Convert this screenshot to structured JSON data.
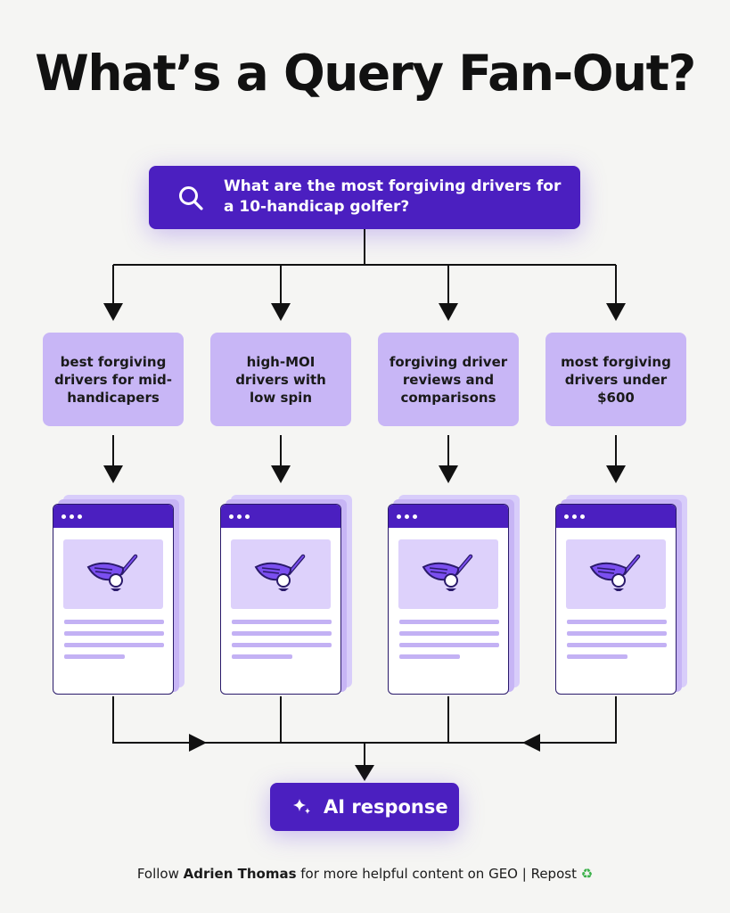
{
  "title": "What’s a Query Fan-Out?",
  "query": {
    "text": "What are the most forgiving drivers for a 10-handicap golfer?",
    "icon": "search-icon"
  },
  "sub_queries": [
    {
      "text": "best forgiving drivers for mid-handicapers"
    },
    {
      "text": "high-MOI drivers with low spin"
    },
    {
      "text": "forgiving driver reviews and comparisons"
    },
    {
      "text": "most forgiving drivers under $600"
    }
  ],
  "result_pages": [
    {
      "icon": "golf-driver-icon"
    },
    {
      "icon": "golf-driver-icon"
    },
    {
      "icon": "golf-driver-icon"
    },
    {
      "icon": "golf-driver-icon"
    }
  ],
  "response": {
    "label": "AI response",
    "icon": "sparkle-icon"
  },
  "footer": {
    "prefix": "Follow ",
    "author": "Adrien Thomas",
    "suffix": " for more helpful content on GEO | Repost ",
    "repost_icon": "♻"
  },
  "colors": {
    "primary": "#4b1fc0",
    "sub_box": "#c8b6f6",
    "page_stack": "#c7b5f5",
    "background": "#f5f5f3"
  }
}
